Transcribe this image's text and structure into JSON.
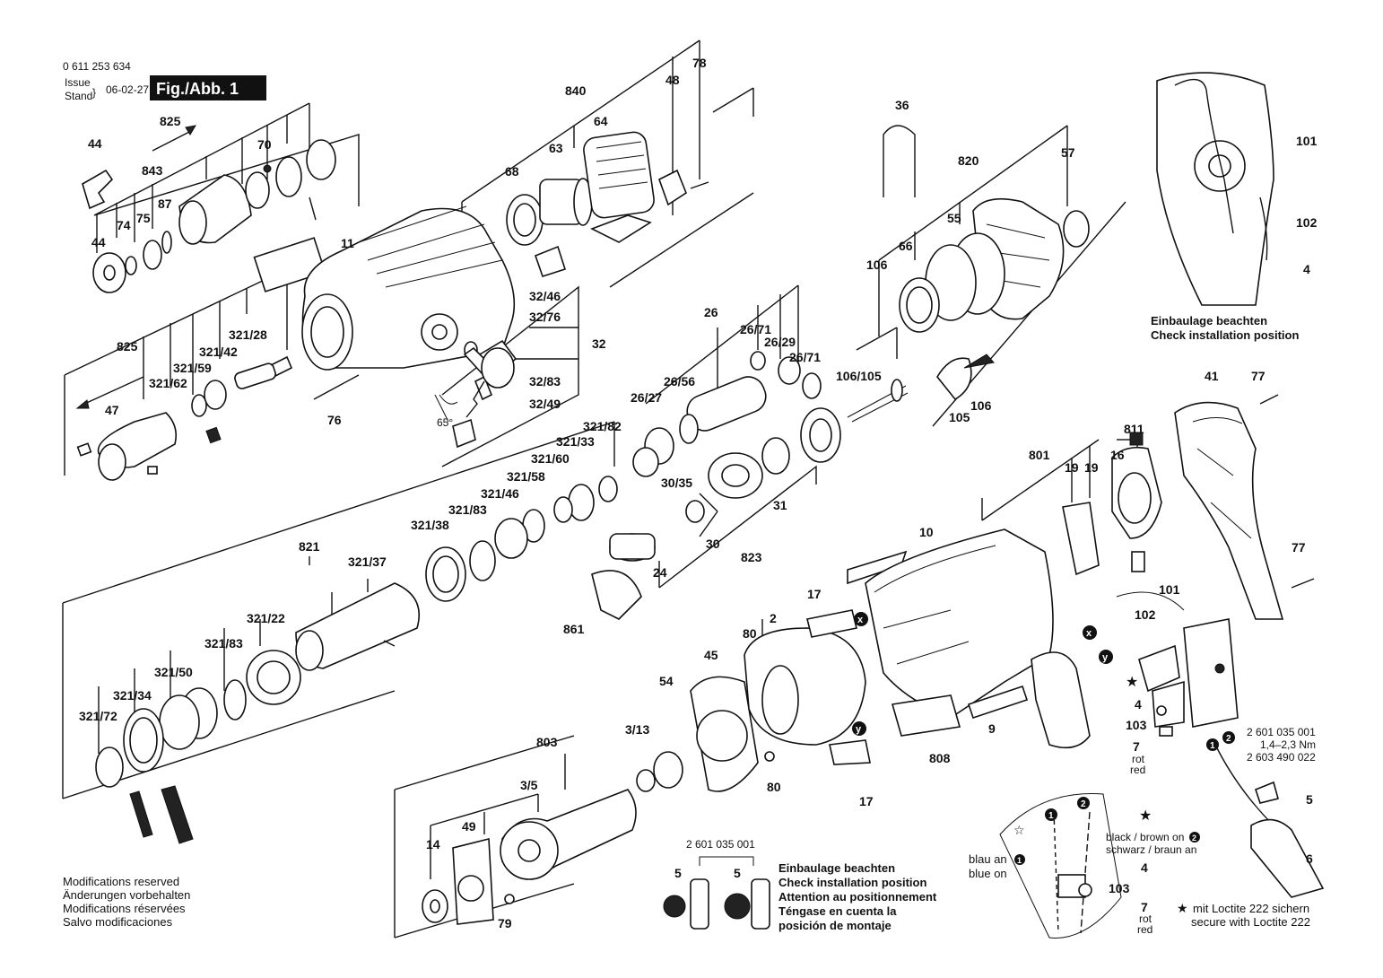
{
  "header": {
    "part_number": "0 611 253 634",
    "issue_label": "Issue",
    "stand_label": "Stand",
    "date": "06-02-27",
    "fig_label": "Fig./Abb. 1"
  },
  "callouts": {
    "c44a": "44",
    "c825a": "825",
    "c843": "843",
    "c74": "74",
    "c75": "75",
    "c87": "87",
    "c44b": "44",
    "c70": "70",
    "c11": "11",
    "c840": "840",
    "c68": "68",
    "c63": "63",
    "c64": "64",
    "c48": "48",
    "c78": "78",
    "c36": "36",
    "c820": "820",
    "c57": "57",
    "c55": "55",
    "c66": "66",
    "c106a": "106",
    "c825b": "825",
    "c321_28": "321/28",
    "c321_42": "321/42",
    "c321_59": "321/59",
    "c321_62": "321/62",
    "c47": "47",
    "c76": "76",
    "c32_46": "32/46",
    "c32_76": "32/76",
    "c32": "32",
    "c32_83": "32/83",
    "c32_49": "32/49",
    "angle": "65°",
    "c26": "26",
    "c26_71a": "26/71",
    "c26_29": "26/29",
    "c26_71b": "26/71",
    "c26_56": "26/56",
    "c26_27": "26/27",
    "c106_105": "106/105",
    "c105": "105",
    "c106b": "106",
    "c321_82": "321/82",
    "c321_33": "321/33",
    "c321_60": "321/60",
    "c321_58": "321/58",
    "c321_46": "321/46",
    "c321_83a": "321/83",
    "c321_38": "321/38",
    "c30_35": "30/35",
    "c31": "31",
    "c30": "30",
    "c823": "823",
    "c24": "24",
    "c861": "861",
    "c821": "821",
    "c321_37": "321/37",
    "c321_22": "321/22",
    "c321_83b": "321/83",
    "c321_50": "321/50",
    "c321_34": "321/34",
    "c321_72": "321/72",
    "c811": "811",
    "c16": "16",
    "c801": "801",
    "c19a": "19",
    "c19b": "19",
    "c10": "10",
    "c17a": "17",
    "c2": "2",
    "c80a": "80",
    "c45": "45",
    "c54": "54",
    "c803": "803",
    "c3_13": "3/13",
    "c3_5": "3/5",
    "c49": "49",
    "c14": "14",
    "c79": "79",
    "c80b": "80",
    "c17b": "17",
    "c808": "808",
    "c9": "9",
    "c41": "41",
    "c77a": "77",
    "c77b": "77",
    "c101a": "101",
    "c102a": "102",
    "c4a": "4",
    "c103a": "103",
    "c7a": "7",
    "c101b": "101",
    "c102b": "102",
    "c4b": "4",
    "c5a": "5",
    "c6": "6",
    "c103b": "103",
    "c7b": "7",
    "c4c": "4",
    "rot_a": "rot",
    "red_a": "red",
    "rot_b": "rot",
    "red_b": "red",
    "x_mark": "x",
    "y_mark": "y",
    "n1": "1",
    "n2": "2"
  },
  "notes": {
    "inset_install_de": "Einbaulage beachten",
    "inset_install_en": "Check installation position",
    "torque_part_a": "2 601 035 001",
    "torque_value": "1,4–2,3 Nm",
    "torque_part_b": "2 603 490 022",
    "brush_part": "2 601 035 001",
    "install_lines": [
      "Einbaulage beachten",
      "Check installation position",
      "Attention au positionnement",
      "Téngase en cuenta la",
      "posición de montaje"
    ],
    "wire_black": "black / brown on",
    "wire_schwarz": "schwarz / braun an",
    "wire_blau": "blau an",
    "wire_blue": "blue on",
    "loctite_de": "mit Loctite 222 sichern",
    "loctite_en": "secure with Loctite 222",
    "mods": [
      "Modifications reserved",
      "Änderungen vorbehalten",
      "Modifications réservées",
      "Salvo modificaciones"
    ]
  }
}
